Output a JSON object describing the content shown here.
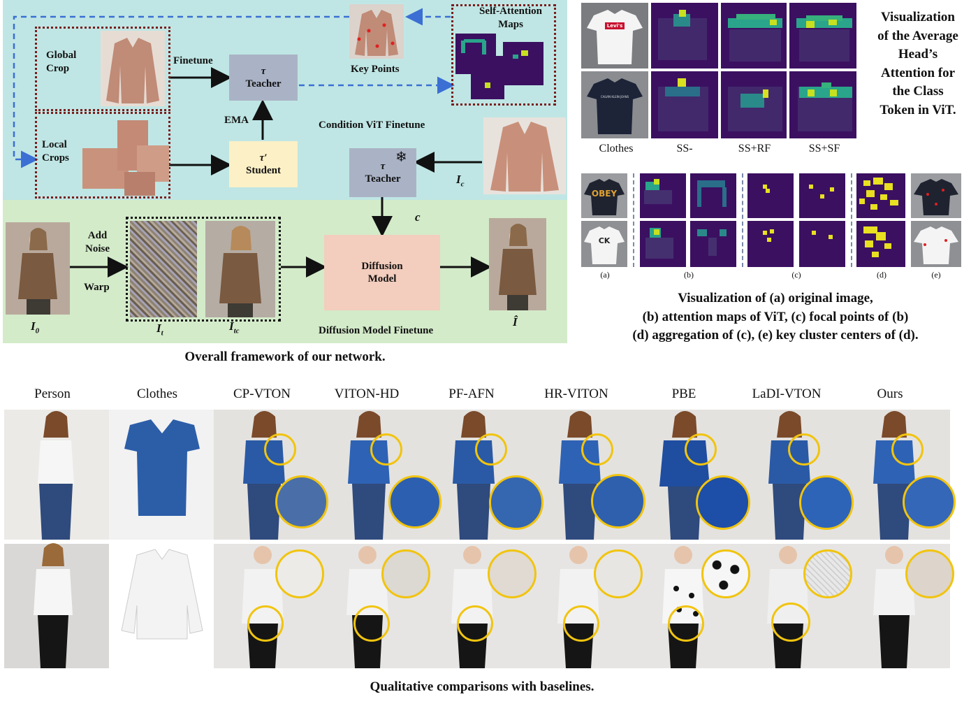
{
  "framework": {
    "caption": "Overall framework of our network.",
    "global_crop": [
      "Global",
      "Crop"
    ],
    "local_crops": [
      "Local",
      "Crops"
    ],
    "finetune": "Finetune",
    "teacher_symbol": "τ",
    "teacher_label": "Teacher",
    "student_symbol": "τ′",
    "student_label": "Student",
    "ema": "EMA",
    "key_points": "Key Points",
    "self_attention": [
      "Self-Attention",
      "Maps"
    ],
    "condition_vit": "Condition ViT Finetune",
    "frozen_teacher_symbol": "τ",
    "frozen_teacher_label": "Teacher",
    "ic": "I",
    "ic_sub": "c",
    "c": "c",
    "add_noise": [
      "Add",
      "Noise"
    ],
    "warp": "Warp",
    "diffusion_model": [
      "Diffusion",
      "Model"
    ],
    "diffusion_finetune": "Diffusion Model Finetune",
    "i0": "I",
    "i0_sub": "0",
    "it": "I",
    "it_sub": "t",
    "itc": "I",
    "itc_sub": "tc",
    "ihat": "Î",
    "colors": {
      "top_bg": "#bfe6e4",
      "bottom_bg": "#d3ebc9",
      "teacher": "#aab3c6",
      "student": "#fcf0c6",
      "diffusion": "#f3cdbd"
    }
  },
  "avg_attention": {
    "title_lines": [
      "Visualization",
      "of the Average",
      "Head’s",
      "Attention for",
      "the Class",
      "Token in ViT."
    ],
    "columns": [
      "Clothes",
      "SS-",
      "SS+RF",
      "SS+SF"
    ],
    "tshirt1_text": "Levi's",
    "tshirt2_text": "CALVIN KLEIN JEANS"
  },
  "focal": {
    "labels": [
      "(a)",
      "(b)",
      "(c)",
      "(d)",
      "(e)"
    ],
    "caption_lines": [
      "Visualization of (a) original image,",
      "(b) attention maps of ViT, (c) focal points of (b)",
      "(d) aggregation of (c), (e) key cluster centers of (d)."
    ],
    "shirt1_text": "OBEY",
    "shirt2_text": "CK"
  },
  "comparison": {
    "columns": [
      "Person",
      "Clothes",
      "CP-VTON",
      "VITON-HD",
      "PF-AFN",
      "HR-VITON",
      "PBE",
      "LaDI-VTON",
      "Ours"
    ],
    "caption": "Qualitative comparisons with baselines."
  }
}
